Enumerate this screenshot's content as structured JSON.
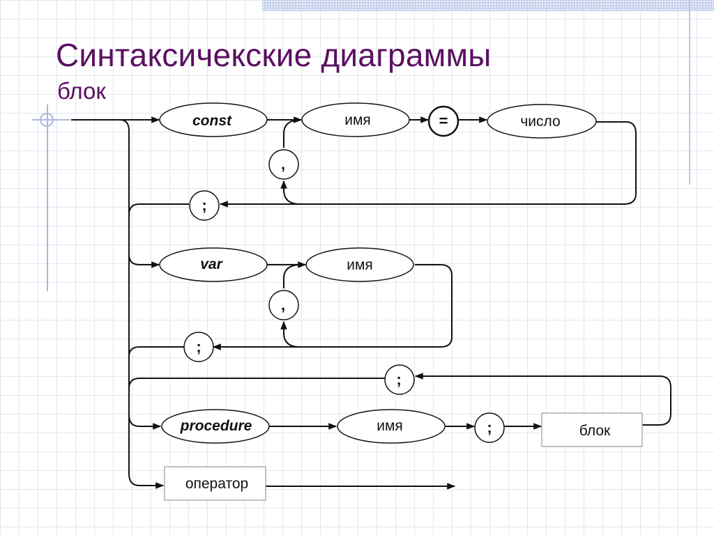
{
  "title": "Синтаксичекские диаграммы",
  "subtitle": "блок",
  "nodes": {
    "const": "const",
    "name": "имя",
    "equals": "=",
    "number": "число",
    "comma": ",",
    "semicolon": ";",
    "var": "var",
    "procedure": "procedure",
    "block": "блок",
    "operator": "оператор"
  }
}
